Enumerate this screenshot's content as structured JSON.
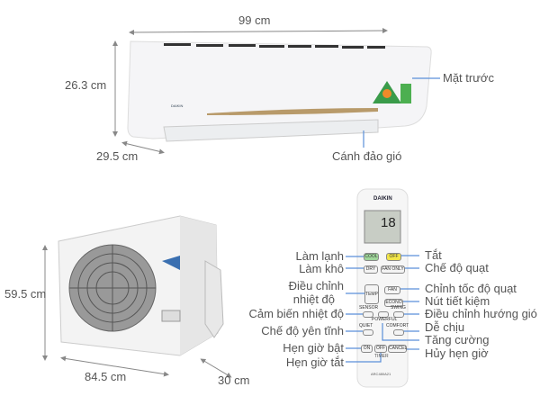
{
  "indoor_unit": {
    "width_label": "99 cm",
    "height_label": "26.3 cm",
    "depth_label": "29.5 cm",
    "callouts": {
      "front_panel": "Mặt trước",
      "louver": "Cánh đảo gió"
    },
    "brand": "DAIKIN"
  },
  "outdoor_unit": {
    "height_label": "59.5 cm",
    "width_label": "84.5 cm",
    "depth_label": "30 cm"
  },
  "remote": {
    "brand": "DAIKIN",
    "display_temp": "18",
    "buttons": {
      "cool": "COOL",
      "off": "OFF",
      "dry": "DRY",
      "fan_only": "FAN ONLY",
      "temp": "TEMP",
      "fan": "FAN",
      "econo": "ECONO",
      "sensor": "SENSOR",
      "powerful": "POWERFUL",
      "swing": "SWING",
      "quiet": "QUIET",
      "comfort": "COMFORT",
      "on": "ON",
      "timer_off": "OFF",
      "cancel": "CANCEL",
      "timer": "TIMER"
    },
    "model": "ARC480A21",
    "left_labels": [
      "Làm lạnh",
      "Làm khô",
      "Điều chỉnh",
      "nhiệt độ",
      "Cảm biến nhiệt độ",
      "Chế độ yên tĩnh",
      "Hẹn giờ bật",
      "Hẹn giờ tắt"
    ],
    "right_labels": [
      "Tắt",
      "Chế độ quạt",
      "Chỉnh tốc độ quạt",
      "Nút tiết kiệm",
      "Điều chỉnh hướng gió",
      "Dễ chịu",
      "Tăng cường",
      "Hủy hẹn giờ"
    ]
  },
  "colors": {
    "callout_line": "#5b8fd9",
    "dimension": "#888888",
    "cool_button": "#9fd69a",
    "off_button": "#f2e64a"
  }
}
